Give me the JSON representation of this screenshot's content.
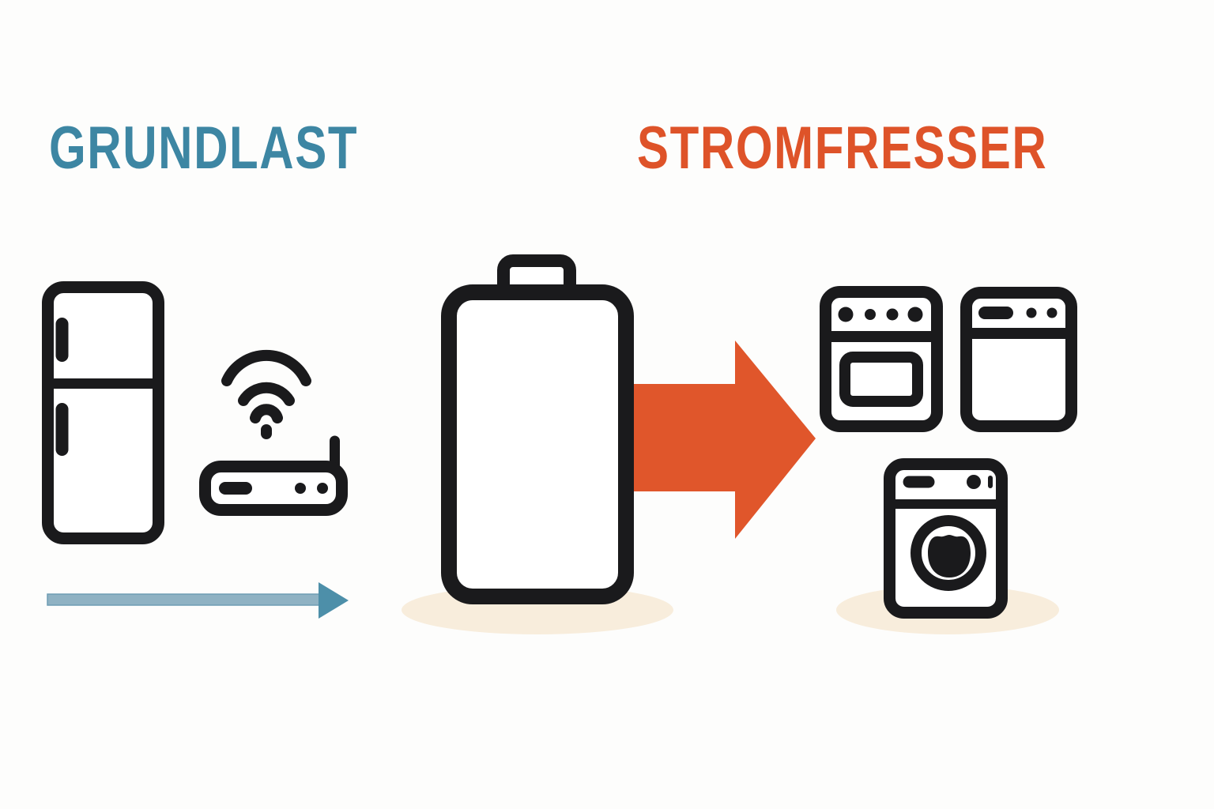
{
  "title_left": {
    "text": "GRUNDLAST"
  },
  "title_right": {
    "text": "STROMFRESSER"
  },
  "colors": {
    "background": "#FDFDFC",
    "title_left": "#3D86A3",
    "title_right": "#DE5329",
    "icon_ink": "#1A1A1C",
    "arrow_orange": "#E0562B",
    "arrow_blue_shaft": "#8FB2C3",
    "arrow_blue_edge": "#6E9DB3",
    "arrow_blue_head": "#4D8FA9",
    "shadow_beige": "#F8EDDC"
  },
  "groups": {
    "left": {
      "heading": "GRUNDLAST",
      "icons": [
        "fridge-icon",
        "wifi-router-icon"
      ]
    },
    "center": {
      "icons": [
        "battery-icon"
      ]
    },
    "right": {
      "heading": "STROMFRESSER",
      "icons": [
        "oven-icon",
        "dishwasher-icon",
        "washing-machine-icon"
      ]
    }
  },
  "arrows": {
    "baseload_arrow": {
      "style": "thin-blue",
      "direction": "right"
    },
    "consumption_arrow": {
      "style": "block-orange",
      "direction": "right"
    }
  }
}
